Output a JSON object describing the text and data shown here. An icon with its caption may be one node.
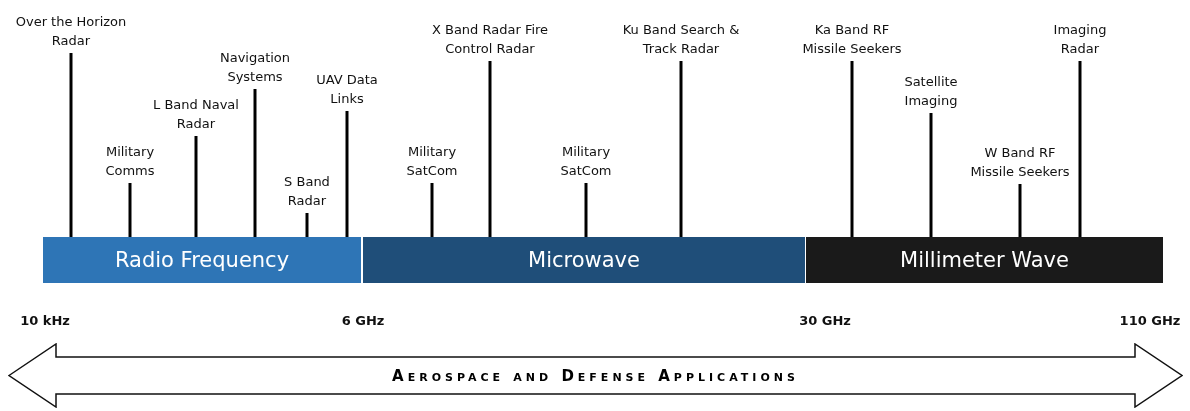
{
  "diagram": {
    "nodes": [
      {
        "text": [
          "Radio Frequency"
        ]
      },
      {
        "text": [
          "Microwave"
        ]
      },
      {
        "text": [
          "Millimeter Wave"
        ]
      },
      {
        "text": [
          "Over the Horizon Radar"
        ]
      },
      {
        "text": [
          "Military Comms"
        ]
      },
      {
        "text": [
          "L Band Naval Radar"
        ]
      },
      {
        "text": [
          "Navigation Systems"
        ]
      },
      {
        "text": [
          "S Band Radar"
        ]
      },
      {
        "text": [
          "UAV Data Links"
        ]
      },
      {
        "text": [
          "Military SatCom"
        ]
      },
      {
        "text": [
          "X Band Radar Fire Control Radar"
        ]
      },
      {
        "text": [
          "Military SatCom"
        ]
      },
      {
        "text": [
          "Ku Band Search & Track Radar"
        ]
      },
      {
        "text": [
          "Ka Band RF Missile Seekers"
        ]
      },
      {
        "text": [
          "Satellite Imaging"
        ]
      },
      {
        "text": [
          "W Band RF Missile Seekers"
        ]
      },
      {
        "text": [
          "Imaging Radar"
        ]
      },
      {
        "text": [
          "Aerospace and Defense Applications"
        ]
      }
    ],
    "edges": [
      {
        "from": 3,
        "to": 0,
        "arrow": "none"
      },
      {
        "from": 4,
        "to": 0,
        "arrow": "none"
      },
      {
        "from": 5,
        "to": 0,
        "arrow": "none"
      },
      {
        "from": 6,
        "to": 0,
        "arrow": "none"
      },
      {
        "from": 7,
        "to": 0,
        "arrow": "none"
      },
      {
        "from": 8,
        "to": 0,
        "arrow": "none"
      },
      {
        "from": 9,
        "to": 1,
        "arrow": "none"
      },
      {
        "from": 10,
        "to": 1,
        "arrow": "none"
      },
      {
        "from": 11,
        "to": 1,
        "arrow": "none"
      },
      {
        "from": 12,
        "to": 1,
        "arrow": "none"
      },
      {
        "from": 13,
        "to": 2,
        "arrow": "none"
      },
      {
        "from": 14,
        "to": 2,
        "arrow": "none"
      },
      {
        "from": 15,
        "to": 2,
        "arrow": "none"
      },
      {
        "from": 16,
        "to": 2,
        "arrow": "none"
      }
    ],
    "labels": [
      "10 kHz",
      "6 GHz",
      "30 GHz",
      "110 GHz"
    ]
  }
}
